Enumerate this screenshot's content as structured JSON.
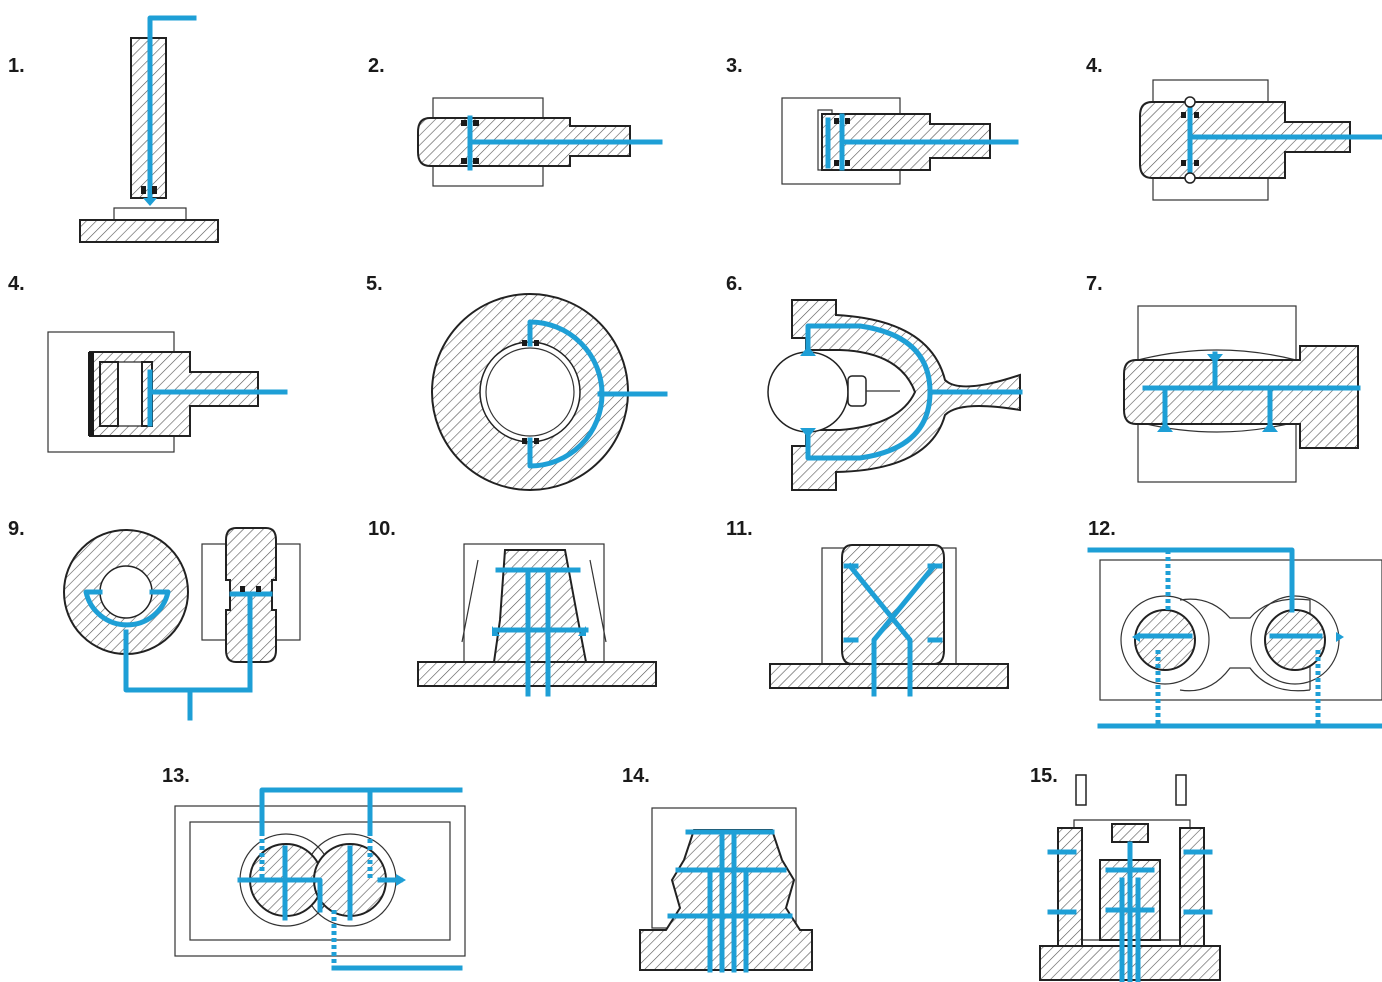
{
  "figure": {
    "labels": [
      "1.",
      "2.",
      "3.",
      "4.",
      "4.",
      "5.",
      "6.",
      "7.",
      "9.",
      "10.",
      "11.",
      "12.",
      "13.",
      "14.",
      "15."
    ]
  },
  "colors": {
    "channel": "#1e9fd6",
    "outline": "#222222",
    "background": "#ffffff"
  }
}
